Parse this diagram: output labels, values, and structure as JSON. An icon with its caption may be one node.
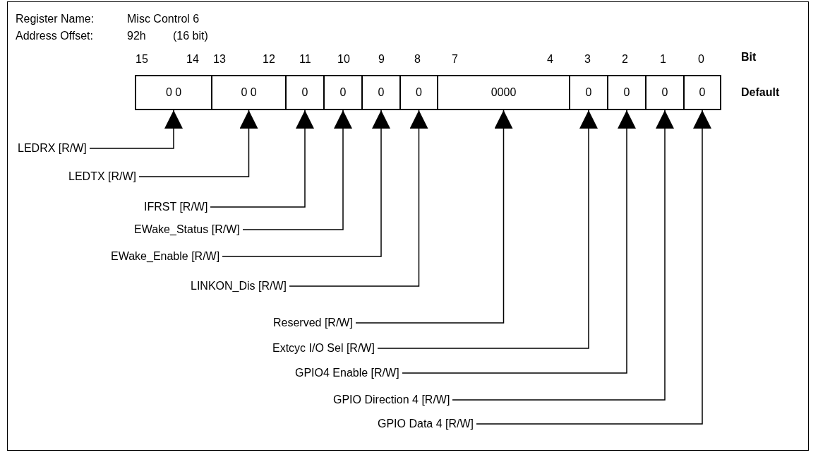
{
  "diagram": {
    "nodes": [
      {
        "text": [
          "0 0"
        ]
      },
      {
        "text": [
          "0 0"
        ]
      },
      {
        "text": [
          "0"
        ]
      },
      {
        "text": [
          "0"
        ]
      },
      {
        "text": [
          "0"
        ]
      },
      {
        "text": [
          "0"
        ]
      },
      {
        "text": [
          "0000"
        ]
      },
      {
        "text": [
          "0"
        ]
      },
      {
        "text": [
          "0"
        ]
      },
      {
        "text": [
          "0"
        ]
      },
      {
        "text": [
          "0"
        ]
      },
      {
        "text": [
          "LEDRX [R/W]"
        ]
      },
      {
        "text": [
          "LEDTX [R/W]"
        ]
      },
      {
        "text": [
          "IFRST [R/W]"
        ]
      },
      {
        "text": [
          "EWake_Status [R/W]"
        ]
      },
      {
        "text": [
          "EWake_Enable [R/W]"
        ]
      },
      {
        "text": [
          "LINKON_Dis [R/W]"
        ]
      },
      {
        "text": [
          "Reserved [R/W]"
        ]
      },
      {
        "text": [
          "Extcyc I/O Sel [R/W]"
        ]
      },
      {
        "text": [
          "GPIO4 Enable [R/W]"
        ]
      },
      {
        "text": [
          "GPIO Direction 4 [R/W]"
        ]
      },
      {
        "text": [
          "GPIO Data 4 [R/W]"
        ]
      }
    ],
    "edges": [
      {
        "from": 11,
        "to": 0,
        "arrow": "to"
      },
      {
        "from": 12,
        "to": 1,
        "arrow": "to"
      },
      {
        "from": 13,
        "to": 2,
        "arrow": "to"
      },
      {
        "from": 14,
        "to": 3,
        "arrow": "to"
      },
      {
        "from": 15,
        "to": 4,
        "arrow": "to"
      },
      {
        "from": 16,
        "to": 5,
        "arrow": "to"
      },
      {
        "from": 17,
        "to": 6,
        "arrow": "to"
      },
      {
        "from": 18,
        "to": 7,
        "arrow": "to"
      },
      {
        "from": 19,
        "to": 8,
        "arrow": "to"
      },
      {
        "from": 20,
        "to": 9,
        "arrow": "to"
      },
      {
        "from": 21,
        "to": 10,
        "arrow": "to"
      }
    ],
    "labels": [
      "Register Name:",
      "Misc Control 6",
      "Address Offset:",
      "92h",
      "(16 bit)",
      "15",
      "14",
      "13",
      "12",
      "11",
      "10",
      "9",
      "8",
      "7",
      "4",
      "3",
      "2",
      "1",
      "0",
      "Bit",
      "Default"
    ]
  }
}
